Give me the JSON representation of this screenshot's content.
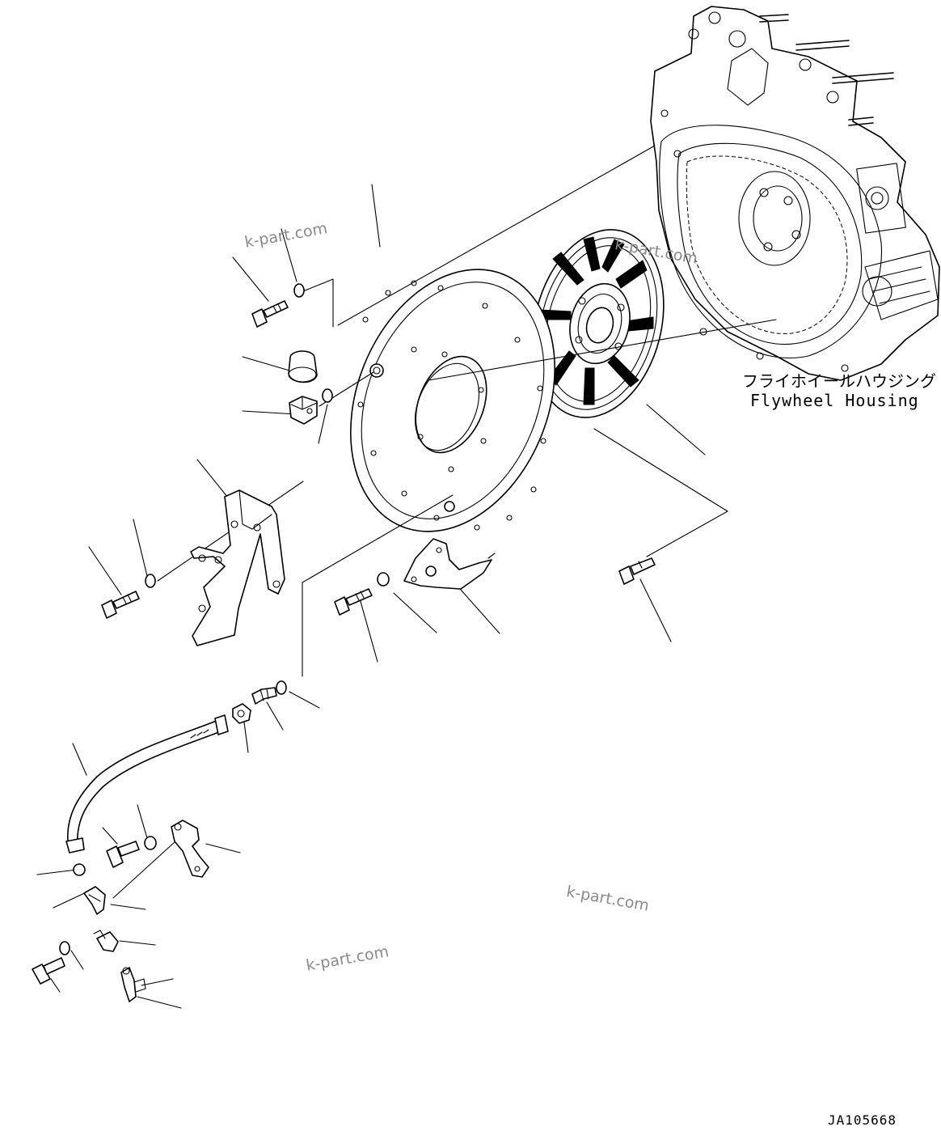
{
  "housing_label": {
    "japanese": "フライホイールハウジング",
    "english": "Flywheel Housing"
  },
  "drawing_code": "JA105668",
  "watermarks": [
    "k-part.com",
    "k-part.com",
    "k-part.com",
    "k-part.com"
  ]
}
